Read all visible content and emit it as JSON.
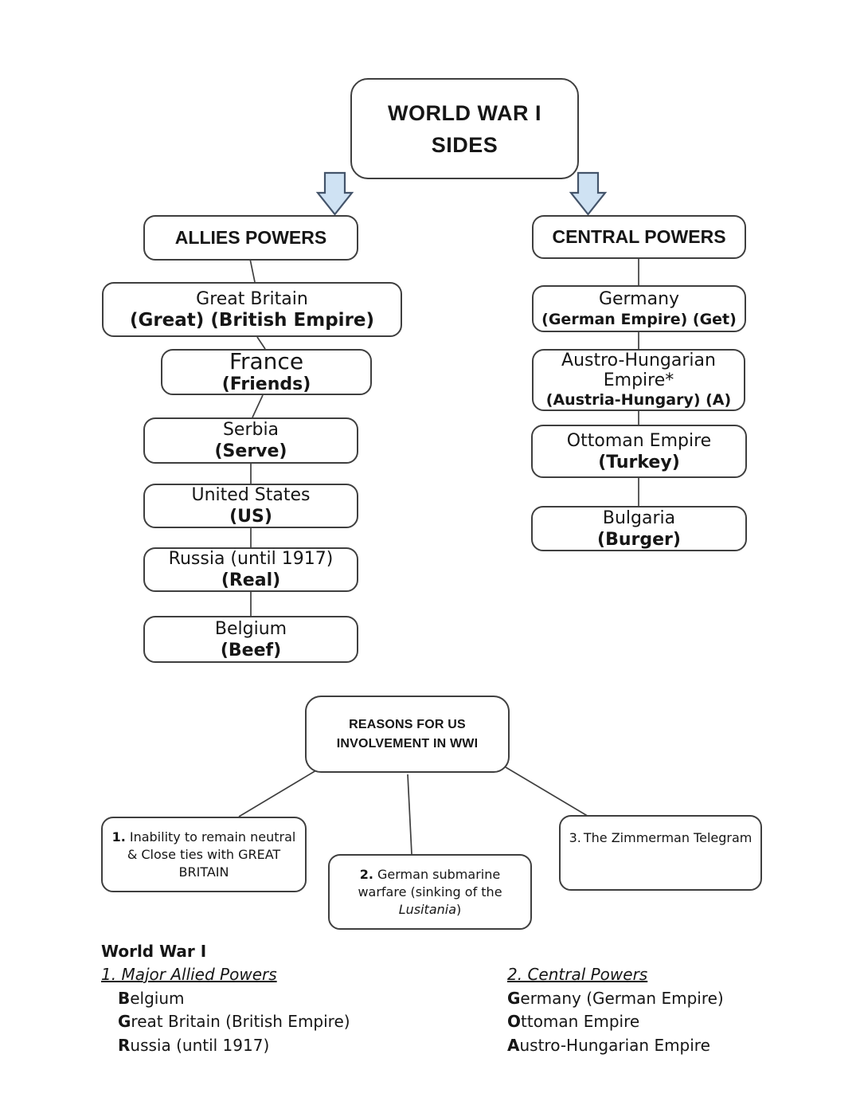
{
  "title_box": {
    "line1": "WORLD WAR I",
    "line2": "SIDES"
  },
  "allies": {
    "header": "ALLIES POWERS",
    "members": [
      {
        "name": "Great Britain",
        "mnemonic": "(Great) (British Empire)"
      },
      {
        "name": "France",
        "mnemonic": "(Friends)"
      },
      {
        "name": "Serbia",
        "mnemonic": "(Serve)"
      },
      {
        "name": "United States",
        "mnemonic": "(US)"
      },
      {
        "name": "Russia (until 1917)",
        "mnemonic": "(Real)"
      },
      {
        "name": "Belgium",
        "mnemonic": "(Beef)"
      }
    ]
  },
  "central": {
    "header": "CENTRAL POWERS",
    "members": [
      {
        "name": "Germany",
        "mnemonic": "(German Empire) (Get)"
      },
      {
        "name": "Austro-Hungarian Empire*",
        "mnemonic": "(Austria-Hungary) (A)"
      },
      {
        "name": "Ottoman Empire",
        "mnemonic": "(Turkey)"
      },
      {
        "name": "Bulgaria",
        "mnemonic": "(Burger)"
      }
    ]
  },
  "reasons": {
    "header_line1": "REASONS FOR US",
    "header_line2": "INVOLVEMENT IN WWI",
    "items": [
      {
        "num": "1.",
        "text": "Inability to remain neutral & Close ties with GREAT BRITAIN"
      },
      {
        "num": "2.",
        "text_pre": "German submarine warfare (sinking of the ",
        "text_italic": "Lusitania",
        "text_post": ")"
      },
      {
        "num": "3.",
        "text": "The Zimmerman Telegram"
      }
    ]
  },
  "notes": {
    "title": "World War I",
    "col1": {
      "heading": "1. Major Allied Powers",
      "items": [
        {
          "lead": "B",
          "rest": "elgium"
        },
        {
          "lead": "G",
          "rest": "reat Britain (British Empire)"
        },
        {
          "lead": "R",
          "rest": "ussia (until 1917)"
        }
      ]
    },
    "col2": {
      "heading": "2. Central Powers",
      "items": [
        {
          "lead": "G",
          "rest": "ermany (German Empire)"
        },
        {
          "lead": "O",
          "rest": "ttoman Empire"
        },
        {
          "lead": "A",
          "rest": "ustro-Hungarian Empire"
        }
      ]
    }
  },
  "colors": {
    "arrow_fill": "#cfe2f3",
    "arrow_stroke": "#44546a",
    "box_border": "#3f3f3f"
  }
}
